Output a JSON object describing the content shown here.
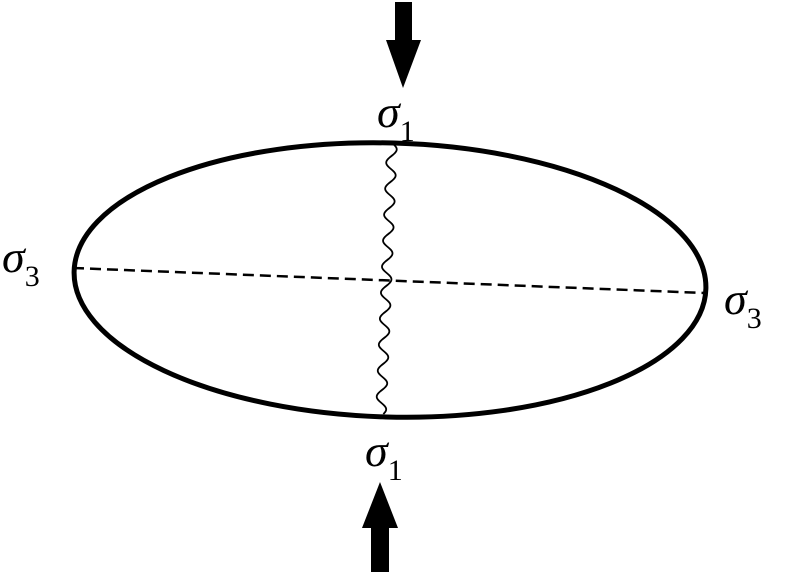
{
  "labels": {
    "top": {
      "symbol": "σ",
      "subscript": "1"
    },
    "bottom": {
      "symbol": "σ",
      "subscript": "1"
    },
    "left": {
      "symbol": "σ",
      "subscript": "3"
    },
    "right": {
      "symbol": "σ",
      "subscript": "3"
    }
  },
  "colors": {
    "stroke": "#000000",
    "background": "#ffffff"
  }
}
